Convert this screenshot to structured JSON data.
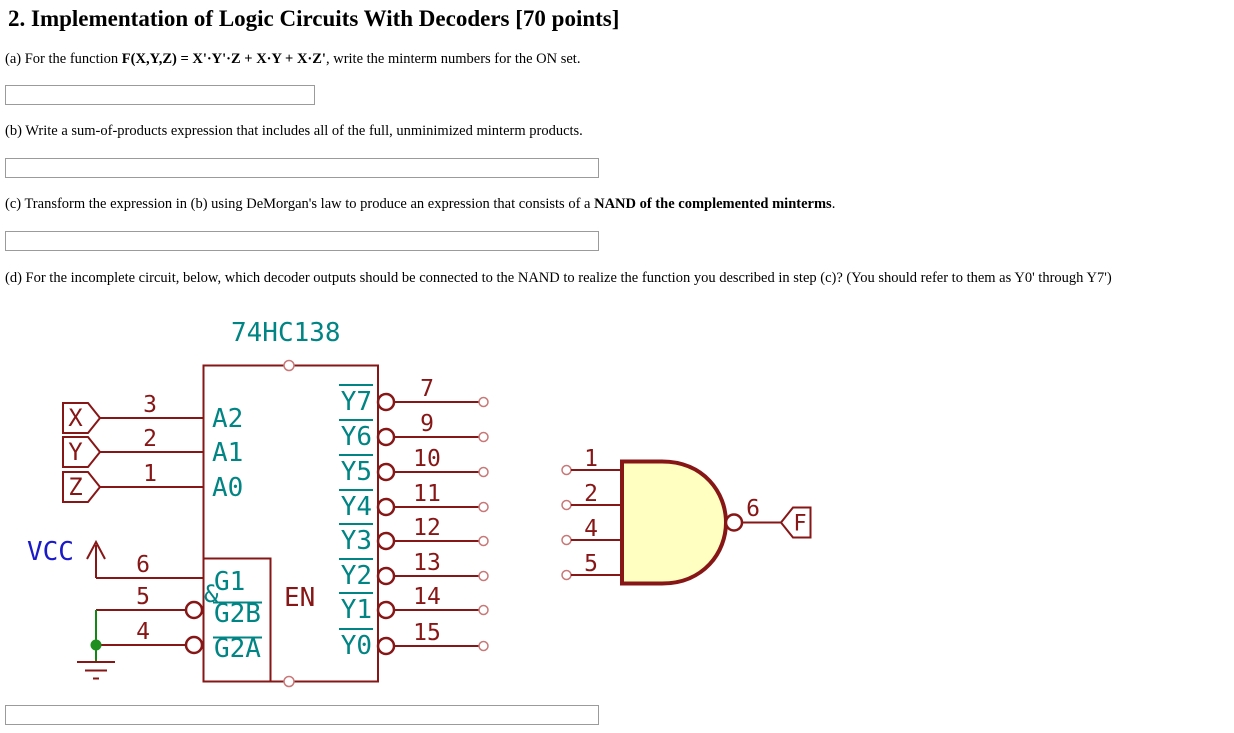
{
  "header": {
    "title": "2. Implementation of Logic Circuits With Decoders [70 points]"
  },
  "questions": {
    "a": {
      "pre": "(a) For the function ",
      "formula": "F(X,Y,Z) = X'·Y'·Z + X·Y + X·Z'",
      "post": ", write the minterm numbers for the ON set."
    },
    "b": {
      "text": "(b) Write a sum-of-products expression that includes all of the full, unminimized minterm products."
    },
    "c": {
      "pre": "(c) Transform the expression in (b) using DeMorgan's law to produce an expression that consists of a ",
      "bold": "NAND of the complemented minterms",
      "post": "."
    },
    "d": {
      "text": "(d) For the incomplete circuit, below, which decoder outputs should be connected to the NAND to realize the function you described in step (c)? (You should refer to them as Y0' through Y7')"
    }
  },
  "answers": {
    "a": "",
    "b": "",
    "c": "",
    "d": ""
  },
  "circuit": {
    "chip_label": "74HC138",
    "power_label": "VCC",
    "inputs": [
      {
        "tag": "X",
        "pin": "3",
        "name": "A2"
      },
      {
        "tag": "Y",
        "pin": "2",
        "name": "A1"
      },
      {
        "tag": "Z",
        "pin": "1",
        "name": "A0"
      }
    ],
    "enable": {
      "amp": "&",
      "label": "EN",
      "pins": [
        {
          "pin": "6",
          "name": "G1"
        },
        {
          "pin": "5",
          "name": "G2B"
        },
        {
          "pin": "4",
          "name": "G2A"
        }
      ]
    },
    "outputs": [
      {
        "name": "Y7",
        "pin": "7"
      },
      {
        "name": "Y6",
        "pin": "9"
      },
      {
        "name": "Y5",
        "pin": "10"
      },
      {
        "name": "Y4",
        "pin": "11"
      },
      {
        "name": "Y3",
        "pin": "12"
      },
      {
        "name": "Y2",
        "pin": "13"
      },
      {
        "name": "Y1",
        "pin": "14"
      },
      {
        "name": "Y0",
        "pin": "15"
      }
    ],
    "nand": {
      "input_pins": [
        "1",
        "2",
        "4",
        "5"
      ],
      "output_pin": "6",
      "output_tag": "F"
    },
    "colors": {
      "component": "#871616",
      "pin_name": "#008484",
      "power_label": "#1a1ac8",
      "wire_green": "#118811",
      "junction_green": "#1e8e1e",
      "gate_fill": "#ffffc2",
      "open_end": "#c87878",
      "input_border": "#9b9b9b"
    }
  }
}
